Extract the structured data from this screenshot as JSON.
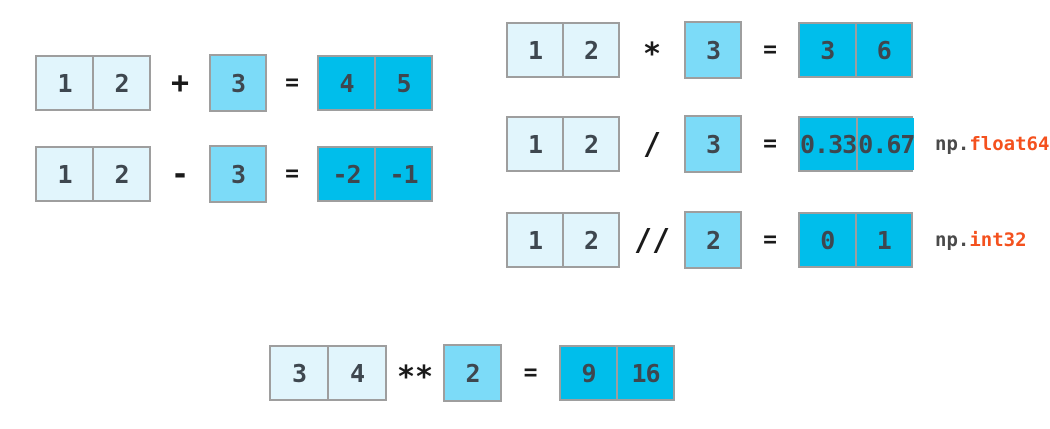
{
  "title": "numpy-broadcasting-arithmetic-diagram",
  "colors": {
    "light": "#E1F5FC",
    "scalar": "#7CDBF8",
    "result": "#00BEEB",
    "border": "#9E9E9E",
    "digit": "#3E474F",
    "operator": "#1A1A1A",
    "np_prefix": "#4A4A4A",
    "dtype": "#F4511E",
    "background": "#FFFFFF"
  },
  "rows": [
    {
      "id": "add",
      "a": [
        "1",
        "2"
      ],
      "op": "+",
      "b": "3",
      "eq": "=",
      "result": [
        "4",
        "5"
      ]
    },
    {
      "id": "sub",
      "a": [
        "1",
        "2"
      ],
      "op": "-",
      "b": "3",
      "eq": "=",
      "result": [
        "-2",
        "-1"
      ]
    },
    {
      "id": "mul",
      "a": [
        "1",
        "2"
      ],
      "op": "*",
      "b": "3",
      "eq": "=",
      "result": [
        "3",
        "6"
      ]
    },
    {
      "id": "div",
      "a": [
        "1",
        "2"
      ],
      "op": "/",
      "b": "3",
      "eq": "=",
      "result": [
        "0.33",
        "0.67"
      ],
      "dtype_prefix": "np.",
      "dtype_name": "float64"
    },
    {
      "id": "floordiv",
      "a": [
        "1",
        "2"
      ],
      "op": "//",
      "b": "2",
      "eq": "=",
      "result": [
        "0",
        "1"
      ],
      "dtype_prefix": "np.",
      "dtype_name": "int32"
    },
    {
      "id": "pow",
      "a": [
        "3",
        "4"
      ],
      "op": "**",
      "b": "2",
      "eq": "=",
      "result": [
        "9",
        "16"
      ]
    }
  ]
}
